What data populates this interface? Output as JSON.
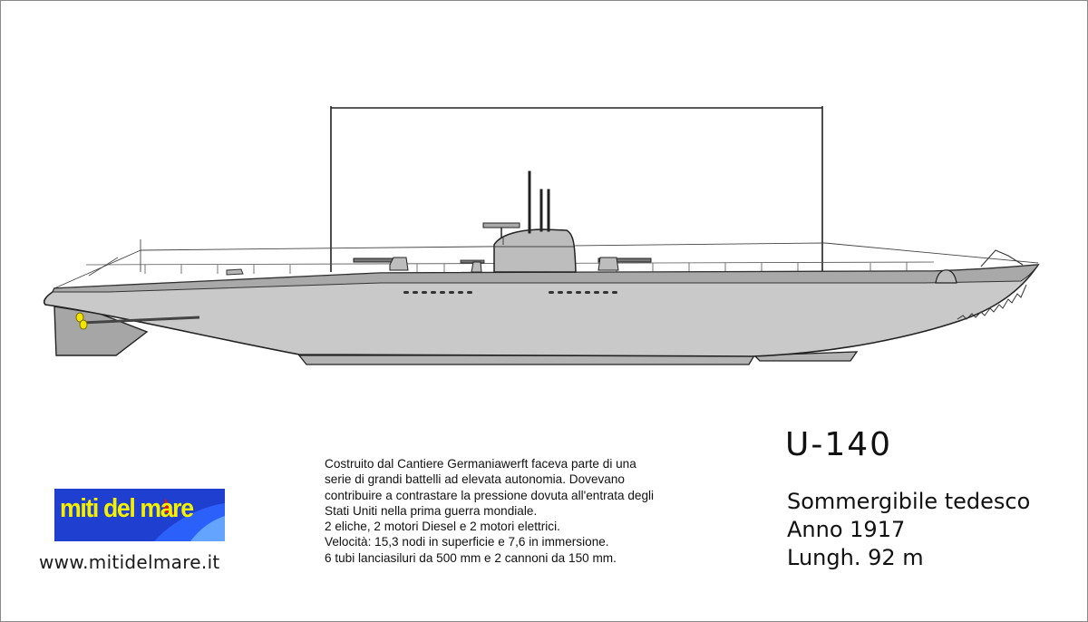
{
  "title": "U-140",
  "specs": {
    "type": "Sommergibile tedesco",
    "year": "Anno 1917",
    "length": "Lungh. 92 m"
  },
  "description": {
    "line1": "Costruito dal Cantiere Germaniawerft faceva parte di una",
    "line2": "serie di grandi battelli ad elevata autonomia. Dovevano",
    "line3": "contribuire a contrastare la pressione dovuta all'entrata degli",
    "line4": "Stati Uniti nella prima guerra mondiale.",
    "line5": "2 eliche, 2 motori Diesel e 2 motori elettrici.",
    "line6": "Velocità: 15,3 nodi in superficie e 7,6 in immersione.",
    "line7": "6 tubi lanciasiluri da 500 mm e 2 cannoni da 150 mm."
  },
  "logo": {
    "text": "miti del mare",
    "background": "#1f3fd0",
    "text_color": "#f4f000"
  },
  "website": "www.mitidelmare.it",
  "colors": {
    "hull": "#c9c9c9",
    "hull_dark": "#a3a3a3",
    "outline": "#222222",
    "propeller": "#f2e600"
  }
}
